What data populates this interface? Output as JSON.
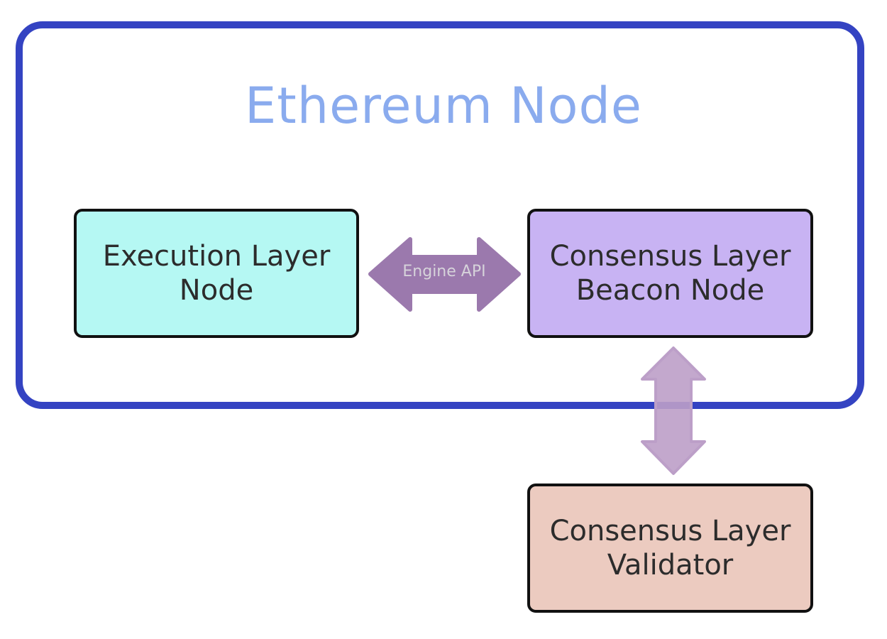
{
  "diagram": {
    "title": "Ethereum Node",
    "boxes": {
      "execution": "Execution Layer\nNode",
      "beacon": "Consensus Layer\nBeacon Node",
      "validator": "Consensus Layer\nValidator"
    },
    "connectors": {
      "engine_api": "Engine API"
    },
    "colors": {
      "frame": "#3443c2",
      "title": "#8aabee",
      "execution": "#b5f8f3",
      "beacon": "#c8b3f3",
      "validator": "#eccbc0",
      "engine_arrow": "#9b79ad",
      "validator_arrow": "#bc9fc8"
    }
  }
}
